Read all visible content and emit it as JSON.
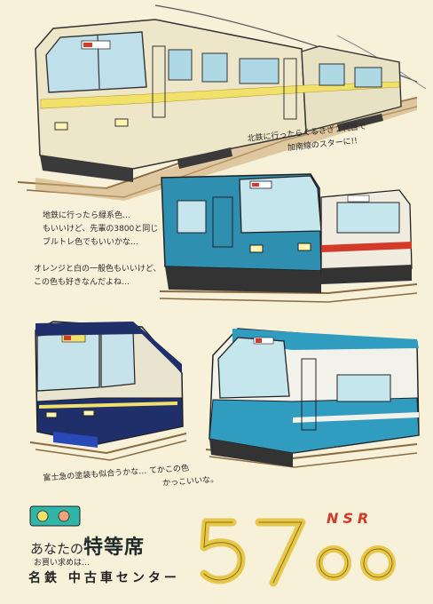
{
  "notes": {
    "note1": {
      "line1": "北鉄に行ったらくるさざ２代目で",
      "line2": "加南線のスターに!!"
    },
    "note2": {
      "line1": "地鉄に行ったら緑系色…",
      "line2": "もいいけど、先輩の3800と同じ",
      "line3": "ブルトレ色でもいいかな…"
    },
    "note3": {
      "line1": "オレンジと白の一般色もいいけど、",
      "line2": "この色も好きなんだよね…"
    },
    "note4": {
      "line1": "富士急の塗装も似合うかな… てかこの色",
      "line2": "かっこいいな。"
    }
  },
  "ad": {
    "title_small": "あなたの",
    "title_big": "特等席",
    "subtitle": "お買い求めは…",
    "dealer": "名鉄 中古車センター"
  },
  "logo": {
    "model": "5700",
    "tag": "NSR"
  },
  "colors": {
    "paper": "#f7f1da",
    "cream_body": "#ede6c8",
    "blue_body": "#2f8fb0",
    "navy": "#1f2f6a",
    "yellow": "#f1e06a",
    "red_accent": "#d23a2a"
  }
}
